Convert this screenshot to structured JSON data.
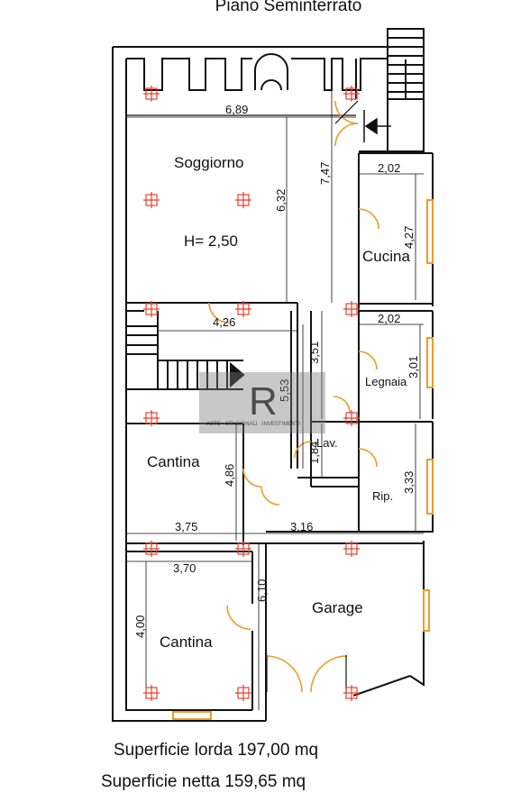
{
  "title": "Piano Seminterrato",
  "rooms": {
    "soggiorno": "Soggiorno",
    "height": "H= 2,50",
    "cucina": "Cucina",
    "legnaia": "Legnaia",
    "lav": "Lav.",
    "rip": "Rip.",
    "cantina_upper": "Cantina",
    "cantina_lower": "Cantina",
    "garage": "Garage"
  },
  "dimensions": {
    "d_689": "6,89",
    "d_632": "6,32",
    "d_747": "7,47",
    "d_202_top": "2,02",
    "d_427": "4,27",
    "d_426": "4,26",
    "d_202_mid": "2,02",
    "d_351": "3,51",
    "d_553": "5,53",
    "d_301": "3,01",
    "d_486": "4,86",
    "d_184": "1,84",
    "d_333": "3,33",
    "d_375": "3,75",
    "d_316": "3,16",
    "d_370": "3,70",
    "d_610": "6,10",
    "d_400": "4,00"
  },
  "watermark": {
    "logo": "R",
    "text": "ASTE · STAGIONALI · INVESTIMENTI"
  },
  "footer": {
    "lorda": "Superficie lorda 197,00 mq",
    "netta": "Superficie netta 159,65 mq"
  },
  "colors": {
    "wall": "#111111",
    "marker": "#e8402a",
    "door": "#f09a2a",
    "window": "#f09a2a"
  }
}
